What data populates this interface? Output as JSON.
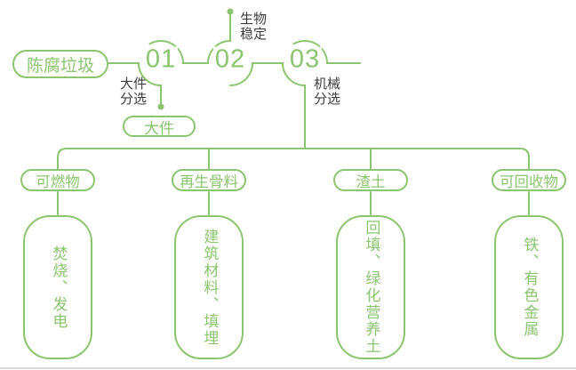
{
  "palette": {
    "green": "#8BC56F",
    "label_dark": "#3D3D3D",
    "edge_gray": "#D9D9D9"
  },
  "source": {
    "label": "陈腐垃圾"
  },
  "steps": [
    {
      "number": "01",
      "process_lines": [
        "大件",
        "分选"
      ],
      "output": "大件"
    },
    {
      "number": "02",
      "process_lines": [
        "生物",
        "稳定"
      ]
    },
    {
      "number": "03",
      "process_lines": [
        "机械",
        "分选"
      ]
    }
  ],
  "branches": [
    {
      "category": "可燃物",
      "disposal": "焚烧、发电"
    },
    {
      "category": "再生骨料",
      "disposal": "建筑材料、填埋"
    },
    {
      "category": "渣土",
      "disposal": "回填、绿化营养土"
    },
    {
      "category": "可回收物",
      "disposal": "铁、有色金属"
    }
  ]
}
